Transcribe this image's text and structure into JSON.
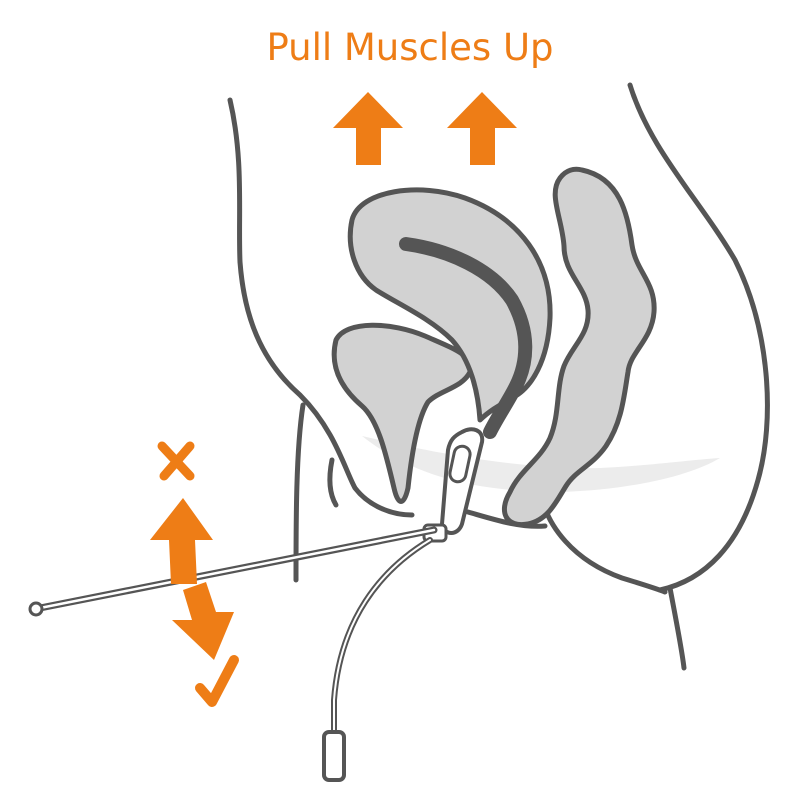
{
  "title": "Pull Muscles Up",
  "colors": {
    "accent": "#ee7d16",
    "outline": "#555555",
    "organ_fill": "#d2d2d2",
    "shadow": "#ececec"
  },
  "symbols": {
    "wrong": "cross-mark",
    "right": "check-mark"
  }
}
